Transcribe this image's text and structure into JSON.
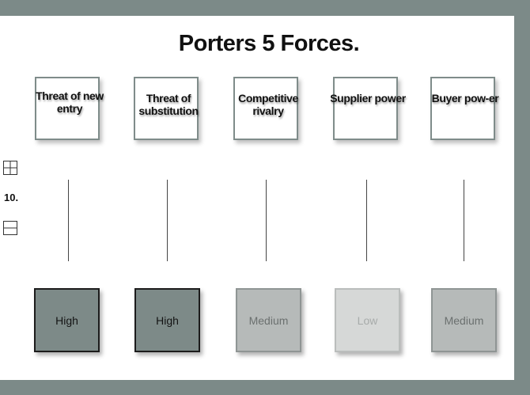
{
  "title": "Porters 5 Forces.",
  "zoom": {
    "value": "10."
  },
  "forces": [
    {
      "label": "Threat of new entry",
      "level": "High"
    },
    {
      "label": "Threat of substitution",
      "level": "High"
    },
    {
      "label": "Competitive rivalry",
      "level": "Medium"
    },
    {
      "label": "Supplier power",
      "level": "Low"
    },
    {
      "label": "Buyer pow-er",
      "level": "Medium"
    }
  ],
  "colors": {
    "frame": "#7c8a88",
    "high": "#7d8a88",
    "medium": "#b6bab9",
    "low": "#d6d8d7"
  }
}
